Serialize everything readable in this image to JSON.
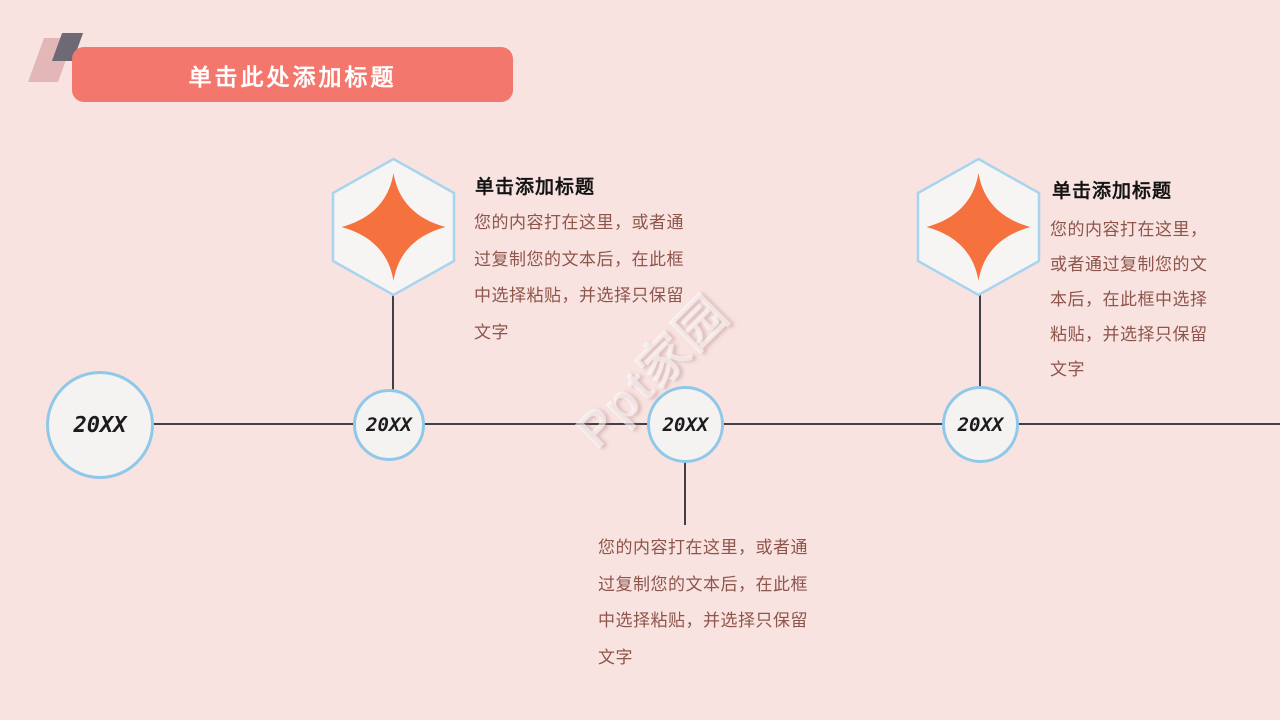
{
  "slide": {
    "title": "单击此处添加标题",
    "watermark": "Ppt家园"
  },
  "timeline": {
    "nodes": [
      {
        "year": "20XX"
      },
      {
        "year": "20XX"
      },
      {
        "year": "20XX"
      },
      {
        "year": "20XX"
      }
    ]
  },
  "blocks": {
    "left": {
      "heading": "单击添加标题",
      "body": "您的内容打在这里，或者通\n过复制您的文本后，在此框\n中选择粘贴，并选择只保留\n文字"
    },
    "right": {
      "heading": "单击添加标题",
      "body": "您的内容打在这里，\n或者通过复制您的文\n本后，在此框中选择\n粘贴，并选择只保留\n文字"
    },
    "bottom": {
      "body": "您的内容打在这里，或者通\n过复制您的文本后，在此框\n中选择粘贴，并选择只保留\n文字"
    }
  },
  "colors": {
    "background": "#f8e3e1",
    "title_bar": "#f3776c",
    "title_text": "#ffffff",
    "decor_pink": "#e3b7b7",
    "decor_gray": "#6e6a75",
    "hexagon_fill": "#f7f5f4",
    "hexagon_border": "#a8d4ef",
    "star": "#f5713e",
    "circle_fill": "#f5f3f2",
    "circle_border": "#90c8e9",
    "connector_line": "#414046",
    "heading_text": "#141414",
    "body_text": "#8e554b"
  }
}
